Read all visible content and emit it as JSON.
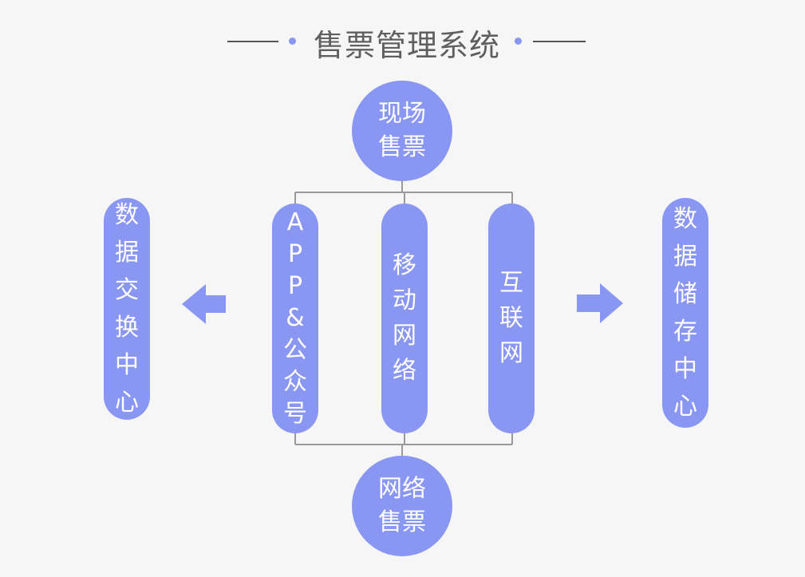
{
  "title": "售票管理系统",
  "top_circle": [
    "现场",
    "售票"
  ],
  "bottom_circle": [
    "网络",
    "售票"
  ],
  "left_side": [
    "数",
    "据",
    "交",
    "换",
    "中",
    "心"
  ],
  "right_side": [
    "数",
    "据",
    "储",
    "存",
    "中",
    "心"
  ],
  "mid_pills": [
    [
      "A",
      "P",
      "P",
      "&",
      "公",
      "众",
      "号"
    ],
    [
      "移",
      "动",
      "网",
      "络"
    ],
    [
      "互",
      "联",
      "网"
    ]
  ],
  "colors": {
    "accent": "#8a97f2",
    "title_text": "#5f5f5f",
    "line": "#555555",
    "connector": "#999999",
    "background": "#f6f6f6"
  },
  "icons": {
    "left_arrow": "arrow-left-icon",
    "right_arrow": "arrow-right-icon"
  }
}
